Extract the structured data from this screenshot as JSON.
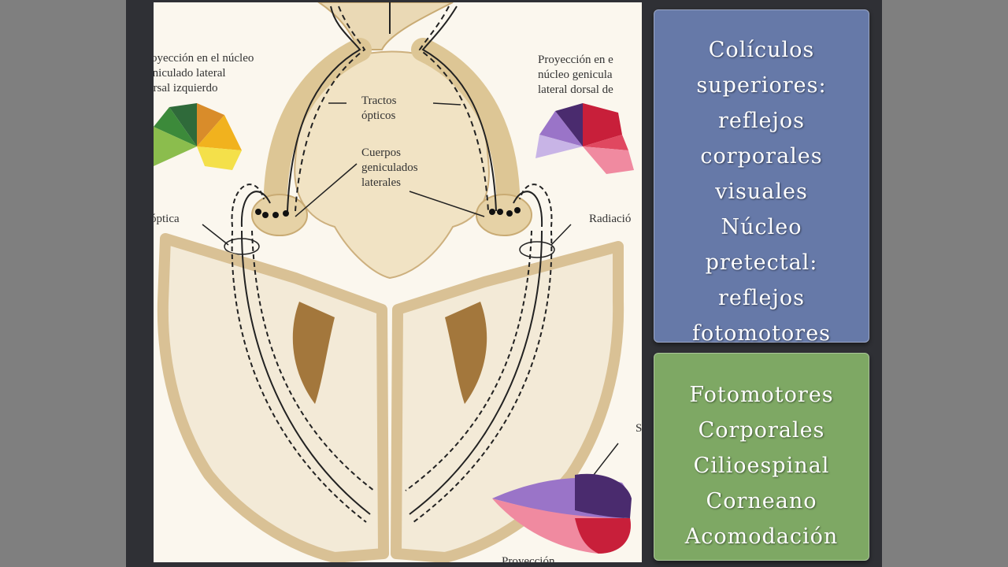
{
  "figure": {
    "label_left_projection": [
      "royección en el núcleo",
      "eniculado lateral",
      "orsal izquierdo"
    ],
    "label_right_projection": [
      "Proyección en e",
      "núcleo genicula",
      "lateral dorsal de"
    ],
    "label_tracts": [
      "Tractos",
      "ópticos"
    ],
    "label_bodies": [
      "Cuerpos",
      "geniculados",
      "laterales"
    ],
    "label_optic": "óptica",
    "label_radiation": "Radiació",
    "label_s": "S",
    "label_bottom": "Proyección"
  },
  "box_blue": {
    "lines": [
      "Colículos",
      "superiores:",
      "reflejos",
      "corporales",
      "visuales",
      "Núcleo",
      "pretectal:",
      "reflejos",
      "fotomotores"
    ]
  },
  "box_green": {
    "lines": [
      "Fotomotores",
      "Corporales",
      "Cilioespinal",
      "Corneano",
      "Acomodación"
    ]
  },
  "colors": {
    "left_fan": [
      "#2f6a3a",
      "#3c8a3a",
      "#8bbd4d",
      "#d98c2a",
      "#f1b21e",
      "#f4e04a"
    ],
    "right_fan": [
      "#4a2b6e",
      "#c81f3a",
      "#9a74c8",
      "#e04860",
      "#c8b4e6",
      "#f08aa0"
    ],
    "blue_box": "#6679a8",
    "green_box": "#7ea864"
  }
}
